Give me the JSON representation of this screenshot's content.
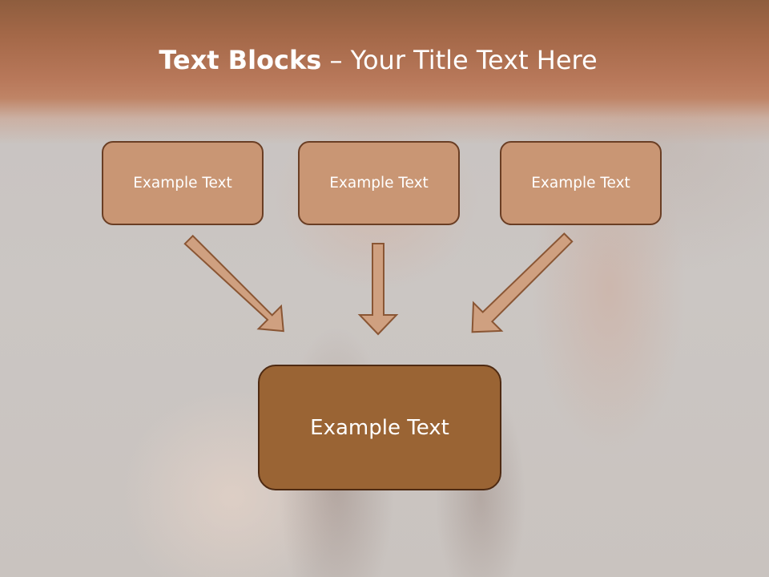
{
  "title": {
    "bold": "Text Blocks",
    "separator": " – ",
    "rest": "Your Title Text Here"
  },
  "blocks": {
    "left": "Example Text",
    "middle": "Example Text",
    "right": "Example Text",
    "main": "Example Text"
  },
  "colors": {
    "header_band": "#b8785a",
    "top_box_fill": "#c99674",
    "top_box_border": "#6a3e24",
    "main_box_fill": "#9a6434",
    "main_box_border": "#4e2a12",
    "arrow_fill": "#cfa080",
    "arrow_stroke": "#8a5634",
    "text": "#ffffff"
  }
}
